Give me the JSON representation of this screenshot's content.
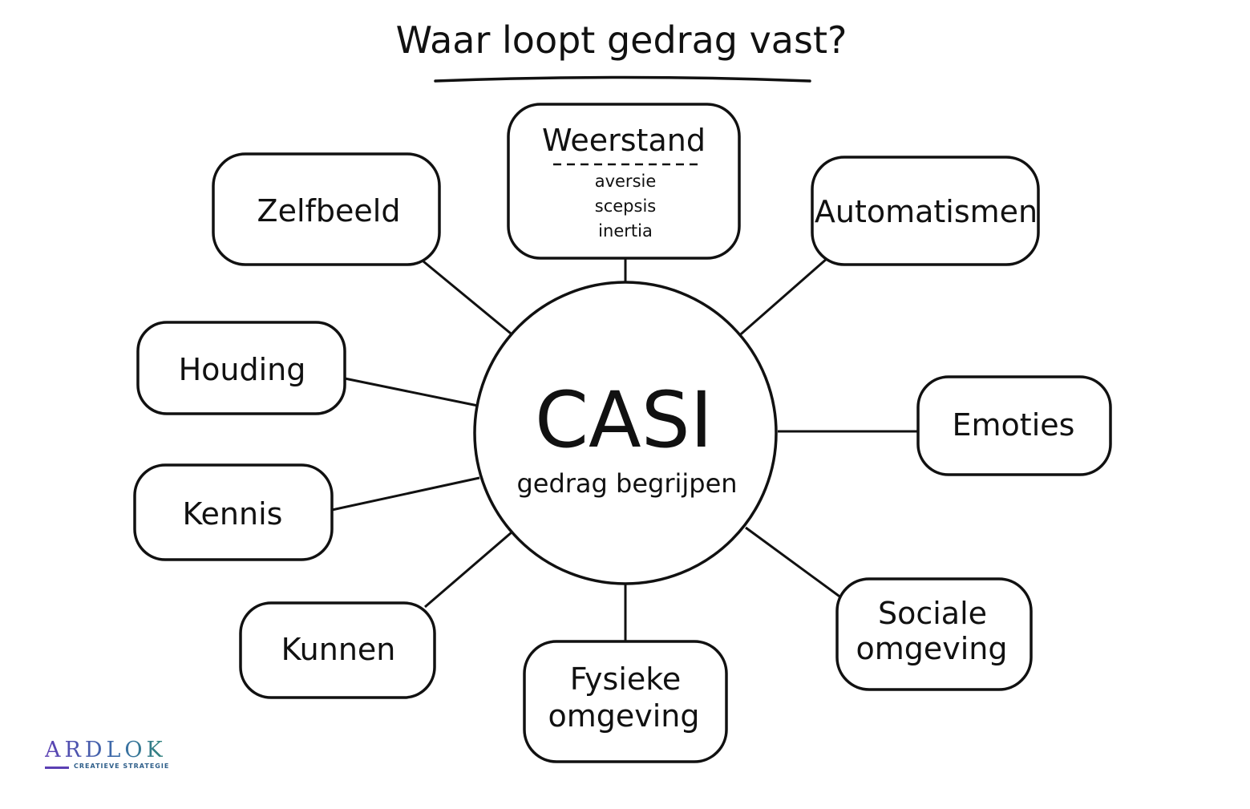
{
  "title": "Waar loopt gedrag vast?",
  "hub": {
    "title": "CASI",
    "subtitle": "gedrag begrijpen"
  },
  "nodes": {
    "weerstand": {
      "label": "Weerstand",
      "sub": [
        "aversie",
        "scepsis",
        "inertia"
      ]
    },
    "zelfbeeld": {
      "label": "Zelfbeeld"
    },
    "automatismen": {
      "label": "Automatismen"
    },
    "houding": {
      "label": "Houding"
    },
    "emoties": {
      "label": "Emoties"
    },
    "kennis": {
      "label": "Kennis"
    },
    "kunnen": {
      "label": "Kunnen"
    },
    "fysieke_omgeving": {
      "label": [
        "Fysieke",
        "omgeving"
      ]
    },
    "sociale_omgeving": {
      "label": [
        "Sociale",
        "omgeving"
      ]
    }
  },
  "logo": {
    "name": "ARDLOK",
    "tagline": "CREATIEVE STRATEGIE",
    "colors": [
      "#5b3fb3",
      "#3b6fa8",
      "#2c8a6a"
    ]
  }
}
